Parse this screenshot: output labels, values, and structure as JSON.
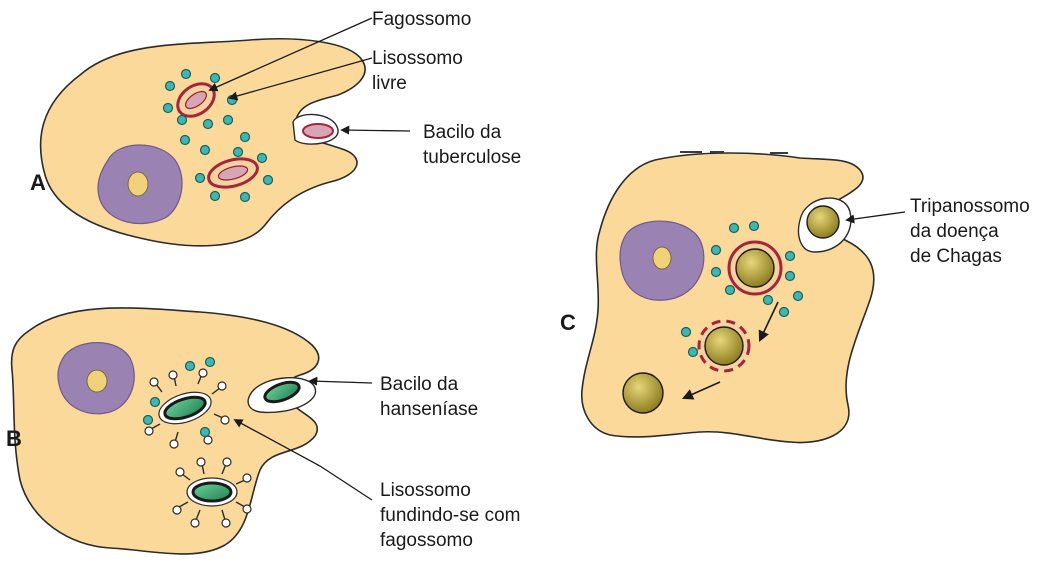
{
  "panels": {
    "a": "A",
    "b": "B",
    "c": "C"
  },
  "labels": {
    "fagossomo": "Fagossomo",
    "lisossomo_livre": [
      "Lisossomo",
      "livre"
    ],
    "bacilo_tuberculose": [
      "Bacilo da",
      "tuberculose"
    ],
    "bacilo_hanseniase": [
      "Bacilo da",
      "hanseníase"
    ],
    "lisossomo_fundindo": [
      "Lisossomo",
      "fundindo-se com",
      "fagossomo"
    ],
    "tripanossomo": [
      "Tripanossomo",
      "da doença",
      "de Chagas"
    ]
  },
  "colors": {
    "cytoplasm": "#fbd99a",
    "nucleus": "#9a83b3",
    "lysosome": "#3fb6b0",
    "phagosome_membrane": "#a3263a",
    "tb_bacillus": "#d9a4b4",
    "leprosy_bacillus": "#2fa36b",
    "trypanosome": "#b9a336"
  }
}
